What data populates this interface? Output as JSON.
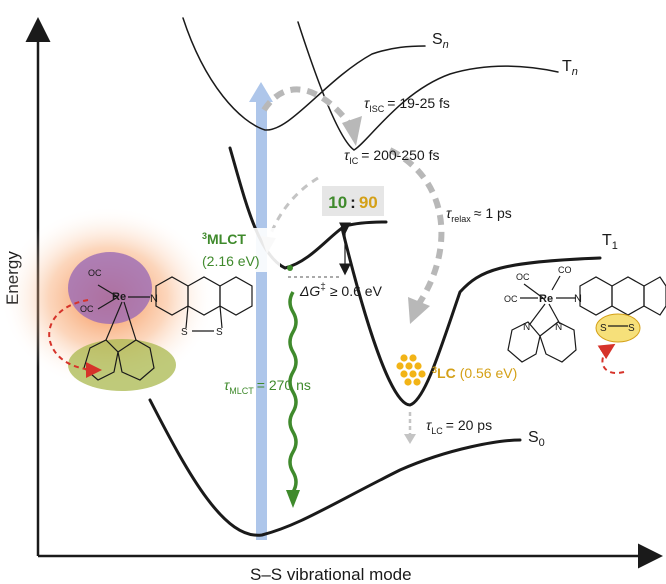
{
  "axes": {
    "y_label": "Energy",
    "x_label": "S–S vibrational mode"
  },
  "states": {
    "sn": "S",
    "sn_sub": "n",
    "tn": "T",
    "tn_sub": "n",
    "t1": "T",
    "t1_sub": "1",
    "s0": "S",
    "s0_sub": "0"
  },
  "mlct": {
    "sup": "3",
    "name": "MLCT",
    "energy": "(2.16 eV)"
  },
  "lc": {
    "sup": "3",
    "name": "LC",
    "energy": "(0.56 eV)"
  },
  "ratio": {
    "left": "10",
    "sep": ":",
    "right": "90"
  },
  "timescales": {
    "isc": {
      "sym": "τ",
      "sub": "ISC",
      "val": "= 19-25 fs"
    },
    "ic": {
      "sym": "τ",
      "sub": "IC",
      "val": "= 200-250 fs"
    },
    "relax": {
      "sym": "τ",
      "sub": "relax",
      "val": "≈ 1 ps"
    },
    "mlct": {
      "sym": "τ",
      "sub": "MLCT",
      "val": "= 270 ns"
    },
    "lc": {
      "sym": "τ",
      "sub": "LC",
      "val": "= 20 ps"
    }
  },
  "barrier": {
    "prefix": "ΔG",
    "sup": "‡",
    "val": "≥ 0.6 eV"
  },
  "molecule_left": {
    "co1": "OC",
    "co2": "OC",
    "re": "Re",
    "n1": "N",
    "s1": "S",
    "s2": "S"
  },
  "molecule_right": {
    "co1": "OC",
    "co2": "CO",
    "co3": "OC",
    "re": "Re",
    "n1": "N",
    "n2": "N",
    "n3": "N",
    "s1": "S",
    "s2": "S"
  },
  "colors": {
    "green": "#3f8a2c",
    "gold": "#d4a017",
    "excitation": "#aec6ea",
    "purple": "#9b6ab5",
    "olive": "#a9b84e"
  }
}
